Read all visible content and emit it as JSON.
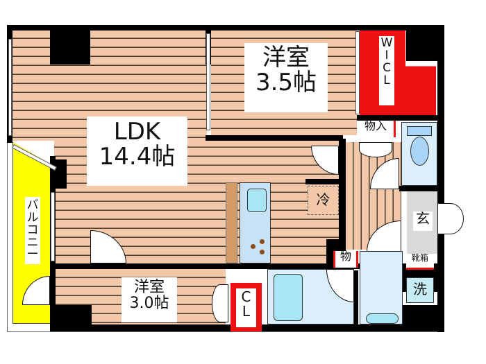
{
  "floorplan": {
    "rooms": {
      "ldk": {
        "name": "LDK",
        "size": "14.4帖"
      },
      "western_room_1": {
        "name": "洋室",
        "size": "3.5帖"
      },
      "western_room_2": {
        "name": "洋室",
        "size": "3.0帖"
      },
      "walk_in_closet": {
        "name": "W\nI\nC\nL",
        "chars": [
          "W",
          "I",
          "C",
          "L"
        ]
      },
      "closet": {
        "chars": [
          "C",
          "L"
        ]
      },
      "balcony": {
        "name": "バルコニー",
        "chars": [
          "バ",
          "ル",
          "コ",
          "ニ",
          "ー"
        ]
      },
      "storage_1": {
        "name": "物入"
      },
      "storage_2": {
        "name": "物"
      },
      "refrigerator": {
        "name": "冷"
      },
      "entrance": {
        "name": "玄"
      },
      "shoe_box": {
        "name": "靴箱"
      },
      "washer": {
        "name": "洗"
      }
    },
    "colors": {
      "floor": "#f2c8a8",
      "wall": "#000000",
      "closet_red": "#ee1111",
      "balcony_yellow": "#ffff00",
      "wet_area_blue": "#dbeefc",
      "entrance_gray": "#d9d9d9"
    }
  }
}
